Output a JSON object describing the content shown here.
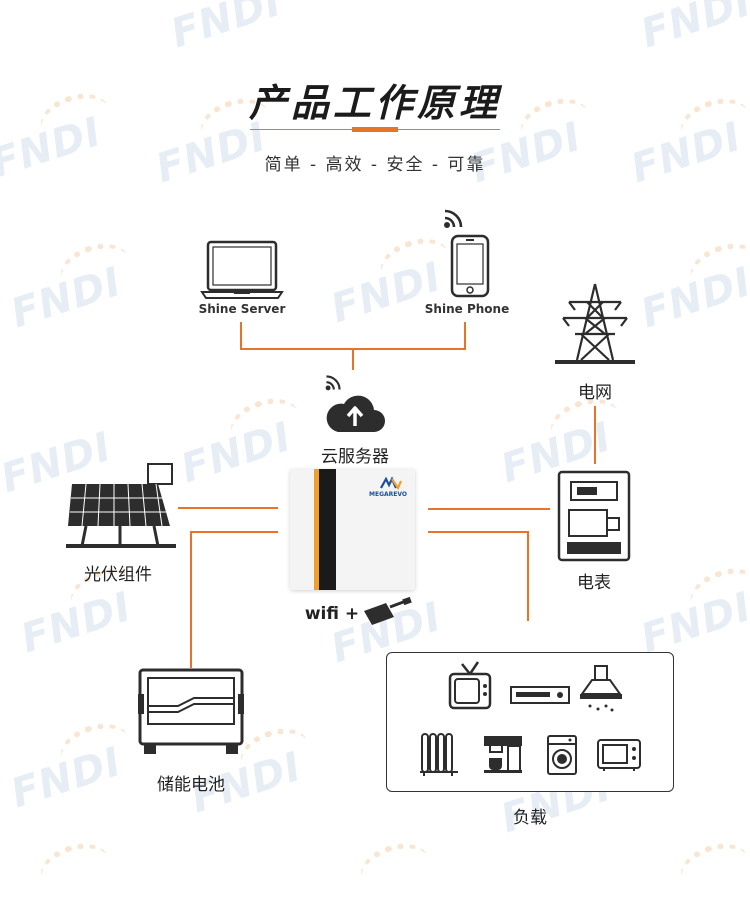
{
  "header": {
    "title": "产品工作原理",
    "subtitle": "简单 - 高效 - 安全 - 可靠"
  },
  "watermark": {
    "text": "FNDI"
  },
  "nodes": {
    "shine_server": "Shine Server",
    "shine_phone": "Shine Phone",
    "grid": "电网",
    "cloud": "云服务器",
    "pv": "光伏组件",
    "meter": "电表",
    "wifi": "wifi +",
    "battery": "储能电池",
    "loads": "负载",
    "inverter_brand": "MEGAREVO"
  },
  "colors": {
    "accent": "#e8742a",
    "icon": "#2d2d2d"
  }
}
